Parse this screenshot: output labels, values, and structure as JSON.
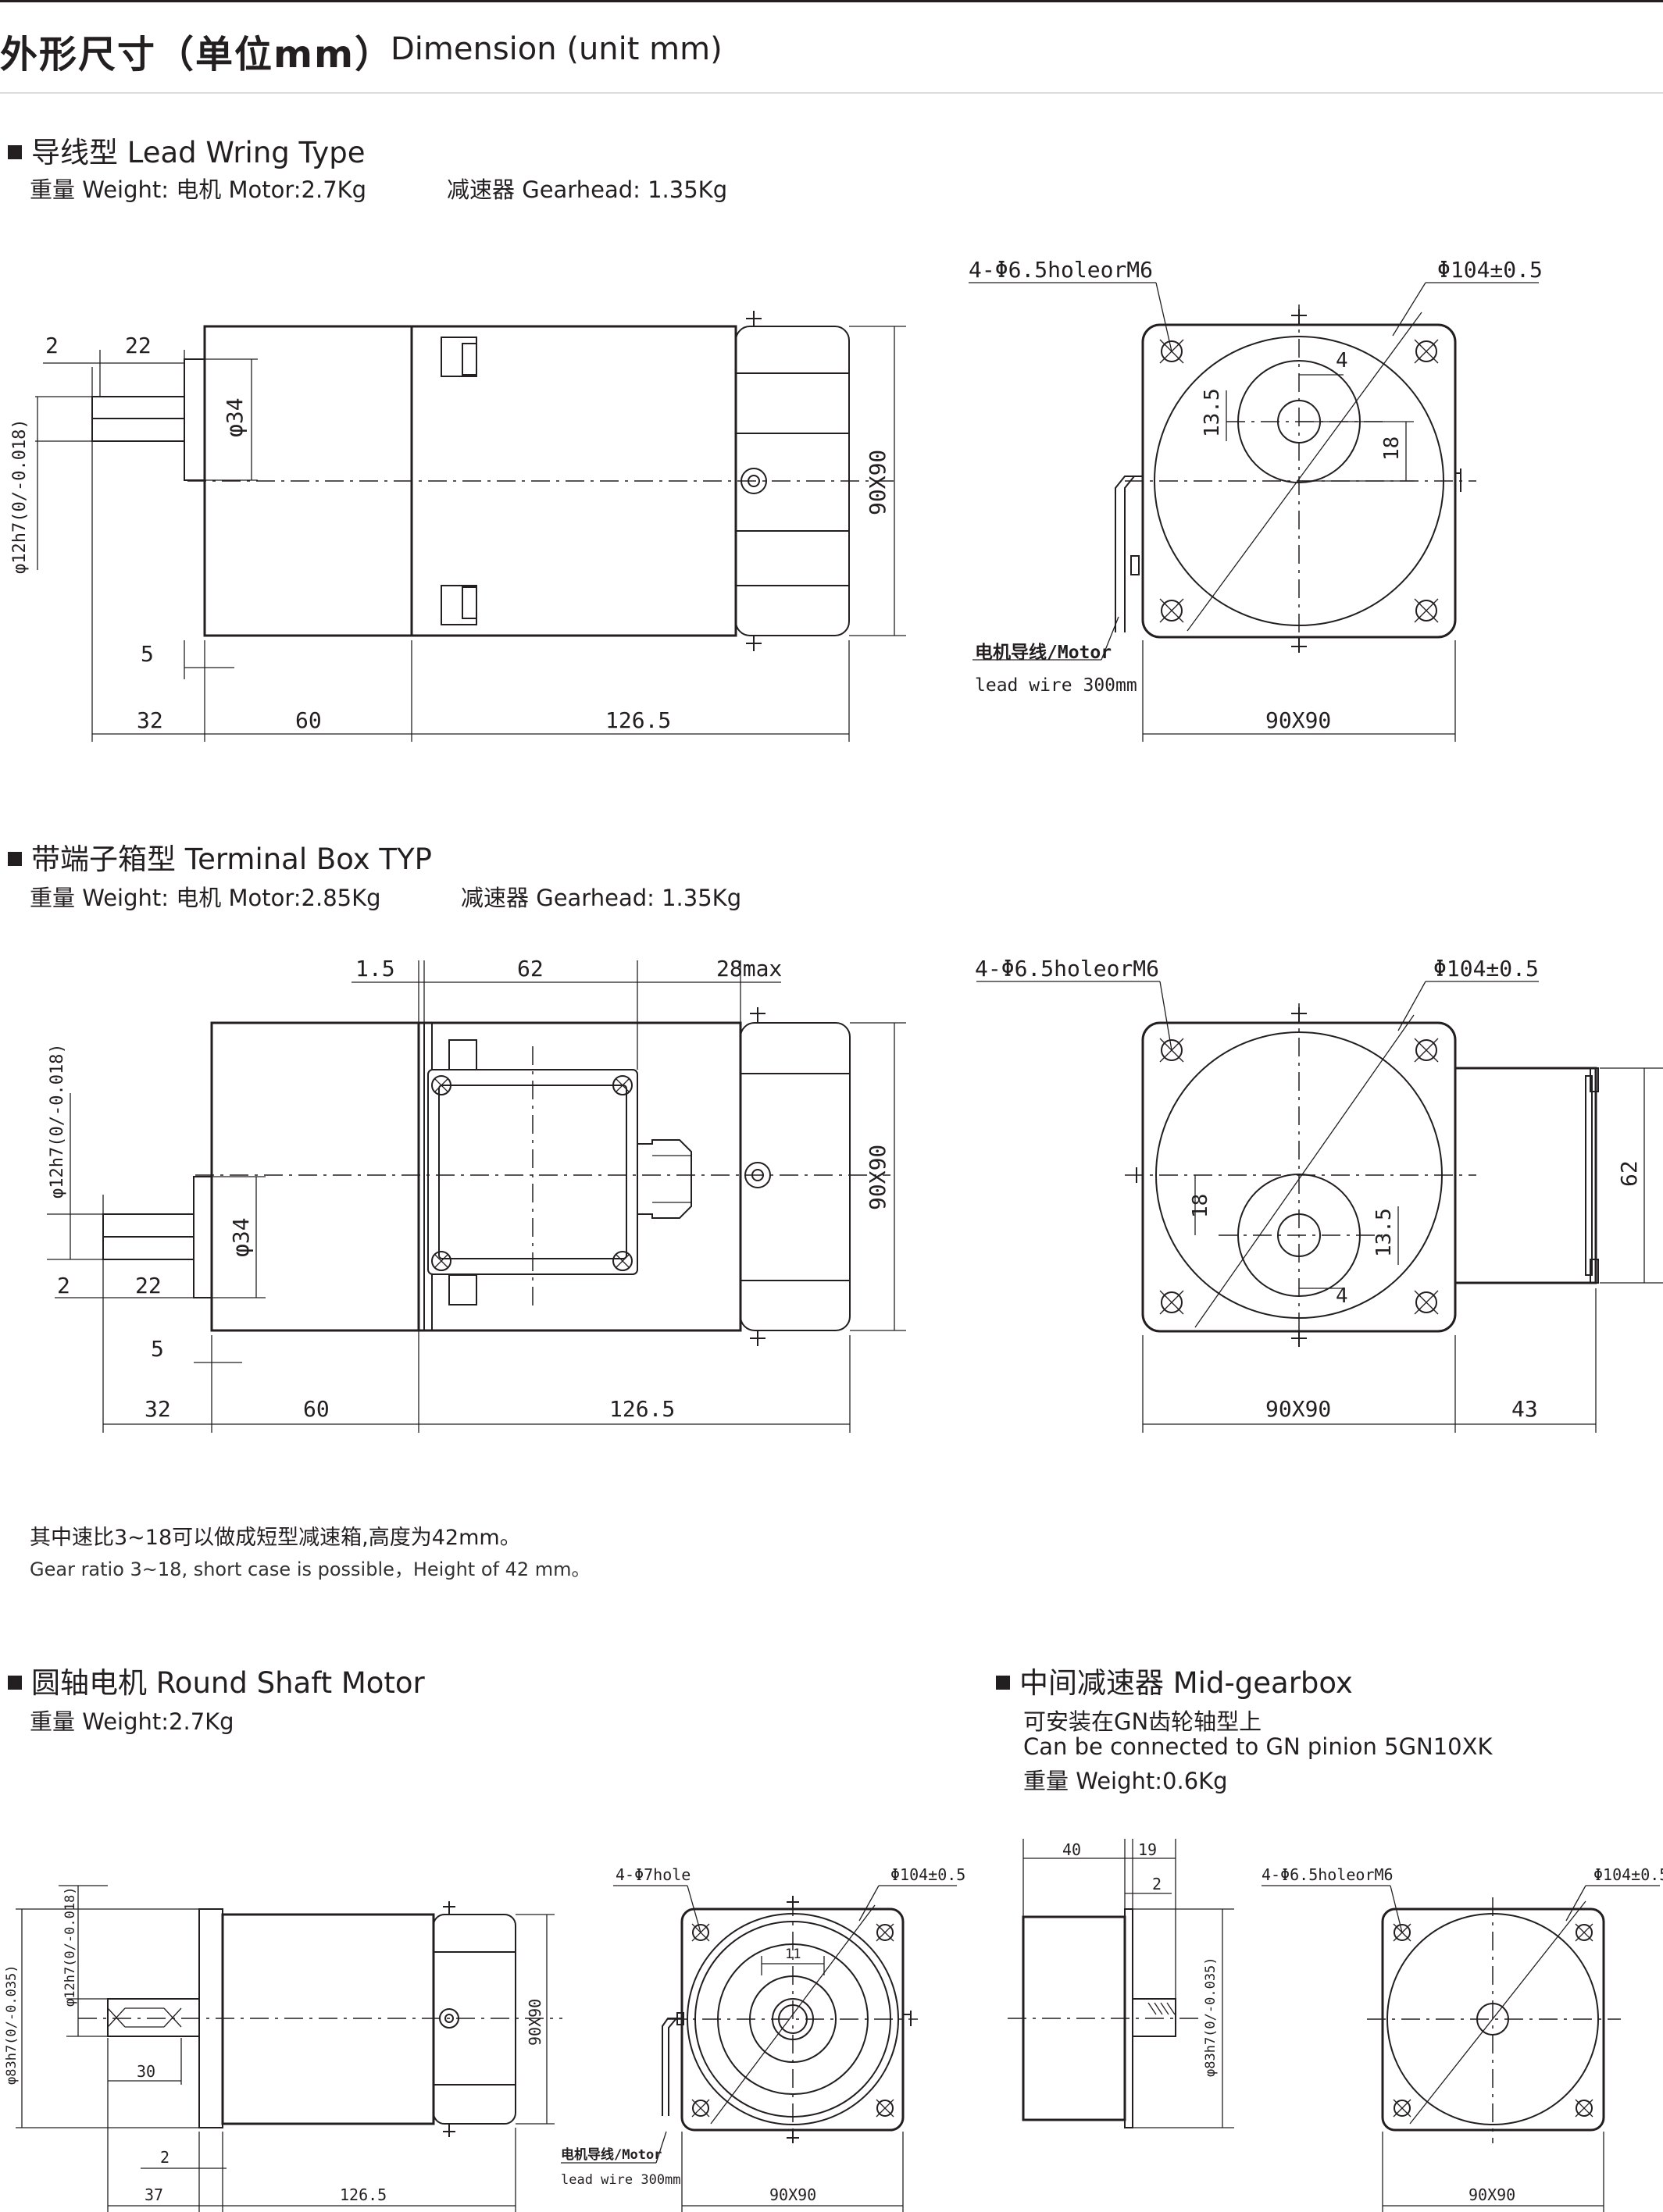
{
  "header": {
    "title_cn": "外形尺寸（单位mm）",
    "title_en": "Dimension (unit mm)"
  },
  "sections": {
    "lead_wire": {
      "heading": "导线型 Lead Wring Type",
      "weight_motor": "重量 Weight:  电机 Motor:2.7Kg",
      "weight_gear": "减速器 Gearhead: 1.35Kg",
      "dims": {
        "d2": "2",
        "d22": "22",
        "d34": "φ34",
        "shaft": "φ12h7(0/-0.018)",
        "d5": "5",
        "d32": "32",
        "d60": "60",
        "d126": "126.5",
        "d90x90v": "90X90",
        "holes": "4-Φ6.5holeorM6",
        "pcd": "Φ104±0.5",
        "d4": "4",
        "d135": "13.5",
        "d18": "18",
        "lead1": "电机导线/Motor",
        "lead2": "lead wire 300mm",
        "d90x90": "90X90"
      }
    },
    "terminal_box": {
      "heading": "带端子箱型 Terminal Box TYP",
      "weight_motor": "重量 Weight:  电机 Motor:2.85Kg",
      "weight_gear": "减速器 Gearhead: 1.35Kg",
      "dims": {
        "d15": "1.5",
        "d62": "62",
        "d28": "28max",
        "shaft": "φ12h7(0/-0.018)",
        "d34": "φ34",
        "d2": "2",
        "d22": "22",
        "d5": "5",
        "d32": "32",
        "d60": "60",
        "d126": "126.5",
        "d90x90v": "90X90",
        "holes": "4-Φ6.5holeorM6",
        "pcd": "Φ104±0.5",
        "d18": "18",
        "d135": "13.5",
        "d4": "4",
        "d62v": "62",
        "d90x90": "90X90",
        "d43": "43"
      },
      "note_cn": "其中速比3~18可以做成短型减速箱,高度为42mm。",
      "note_en": "Gear ratio 3~18, short case is possible，Height of 42 mm。"
    },
    "round_shaft": {
      "heading": "圆轴电机 Round Shaft Motor",
      "weight": "重量 Weight:2.7Kg",
      "dims": {
        "d83": "φ83h7(0/-0.035)",
        "d12": "φ12h7(0/-0.018)",
        "d30": "30",
        "d2": "2",
        "d37": "37",
        "d126": "126.5",
        "d90x90v": "90X90",
        "holes": "4-Φ7hole",
        "pcd": "Φ104±0.5",
        "d11": "11",
        "lead1": "电机导线/Motor",
        "lead2": "lead wire 300mm",
        "d90x90": "90X90"
      }
    },
    "mid_gearbox": {
      "heading": "中间减速器 Mid-gearbox",
      "line1": "可安装在GN齿轮轴型上",
      "line2": "Can be connected to GN pinion 5GN10XK",
      "weight": "重量 Weight:0.6Kg",
      "dims": {
        "d40": "40",
        "d19": "19",
        "d2": "2",
        "d83": "φ83h7(0/-0.035)",
        "holes": "4-Φ6.5holeorM6",
        "pcd": "Φ104±0.5",
        "d90x90": "90X90"
      }
    }
  }
}
